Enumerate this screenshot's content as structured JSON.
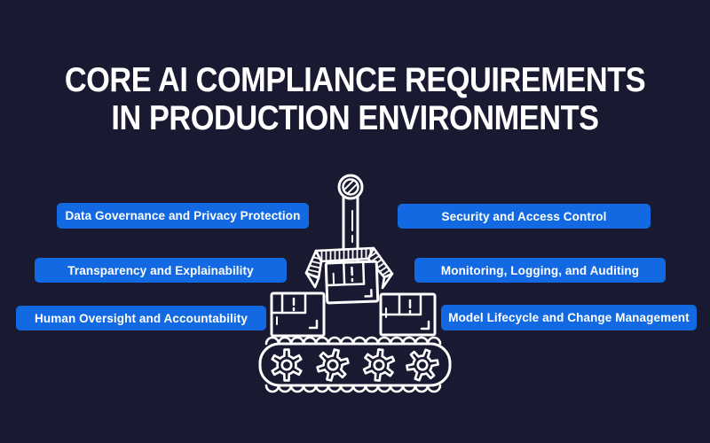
{
  "title": {
    "line1": "CORE AI COMPLIANCE REQUIREMENTS",
    "line2": "IN PRODUCTION ENVIRONMENTS"
  },
  "labels": {
    "left": [
      {
        "text": "Data Governance and Privacy Protection"
      },
      {
        "text": "Transparency and Explainability"
      },
      {
        "text": "Human Oversight and Accountability"
      }
    ],
    "right": [
      {
        "text": "Security and Access Control"
      },
      {
        "text": "Monitoring, Logging, and Auditing"
      },
      {
        "text": "Model Lifecycle and Change Management"
      }
    ]
  },
  "illustration": {
    "name": "robot-gripper-crane-with-boxes-and-conveyor",
    "parts": [
      "pulley-circle",
      "crane-pole",
      "gripper-claw",
      "package-box",
      "package-box",
      "package-box",
      "conveyor-track",
      "gear",
      "gear",
      "gear",
      "gear"
    ]
  },
  "colors": {
    "background": "#191931",
    "accent_blue": "#1269e2",
    "line_white": "#ffffff",
    "title_white": "#ffffff"
  }
}
